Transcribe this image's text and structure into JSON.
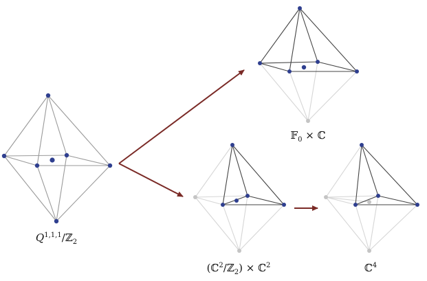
{
  "labels": {
    "octahedron": {
      "base": "Q",
      "sup": "1,1,1",
      "tail": "/ℤ",
      "sub": "2"
    },
    "f0_c": {
      "text": "𝔽",
      "sub": "0",
      "tail": " × ℂ"
    },
    "c2z2_c2": {
      "text": "(ℂ",
      "sup": "2",
      "mid": "/ℤ",
      "sub": "2",
      "tail": ") × ℂ",
      "sup2": "2"
    },
    "c4": {
      "text": "ℂ",
      "sup": "4"
    }
  },
  "colors": {
    "edge_dark": "#444444",
    "edge_light": "#d6d6d6",
    "edge_mid": "#9a9a9a",
    "vertex_blue": "#2f3f8f",
    "vertex_gray": "#c4c4c4",
    "arrow": "#7a2a26"
  }
}
